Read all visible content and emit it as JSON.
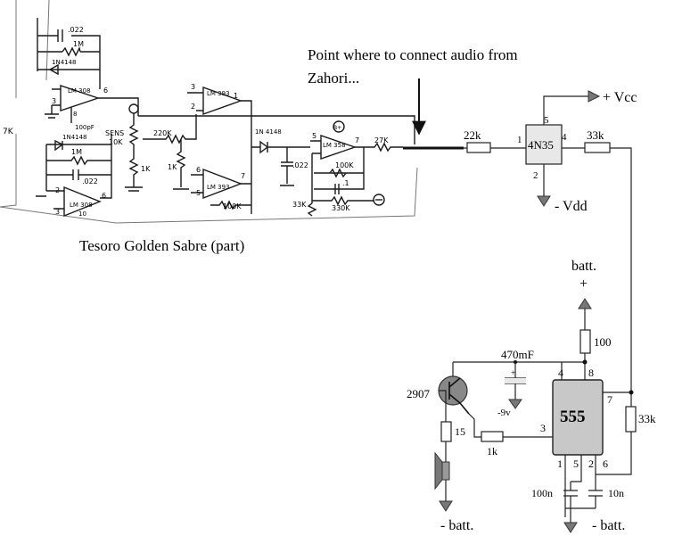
{
  "annotation": {
    "line1": "Point where to connect audio from",
    "line2": "Zahori..."
  },
  "caption": "Tesoro Golden Sabre (part)",
  "sketch": {
    "c_022_top": ".022",
    "r_1m_top": "1M",
    "d_1n4148_top": "1N4148",
    "ic_308_top": "LM 308",
    "pin6": "6",
    "pin3": "3",
    "pin8": "8",
    "pin2": "2",
    "c_100pf": "100pF",
    "r_7k": "7K",
    "sens": "SENS",
    "pot_10k": "10K",
    "r_1k_a": "1K",
    "r_220k": "220K",
    "r_1k_b": "1K",
    "ic_393_top": "LM 393",
    "ic_393_bot": "LM 393",
    "pin1": "1",
    "pin7": "7",
    "pin5": "5",
    "d_1n4148_mid": "1N 4148",
    "c_022_mid": ".022",
    "ic_358": "LM 358",
    "bplus": "B+",
    "r_100k_a": "100K",
    "r_27k": "27K",
    "c_1": ".1",
    "r_33k_sk": "33K",
    "r_330k": "330K",
    "r_100k_b": "100K",
    "d_1n4148_low": "1N4148",
    "r_1m_low": "1M",
    "c_022_low": ".022",
    "ic_308_low": "LM 308",
    "pin10": "10"
  },
  "circuit": {
    "r_22k": "22k",
    "opto": "4N35",
    "opto_pin1": "1",
    "opto_pin5": "5",
    "opto_pin4": "4",
    "opto_pin2": "2",
    "r_33k_top": "33k",
    "vcc": "+ Vcc",
    "vdd": "-  Vdd",
    "batt_plus_1": "batt.",
    "batt_plus_2": "+",
    "r_100": "100",
    "c_470": "470mF",
    "neg9": "-9v",
    "transistor": "2907",
    "r_15": "15",
    "r_1k": "1k",
    "timer": "555",
    "p4": "4",
    "p8": "8",
    "p7": "7",
    "p3": "3",
    "p1": "1",
    "p5": "5",
    "p2": "2",
    "p6": "6",
    "r_33k_right": "33k",
    "c_100n": "100n",
    "c_10n": "10n",
    "batt_minus_left": "-  batt.",
    "batt_minus_right": "-  batt."
  }
}
